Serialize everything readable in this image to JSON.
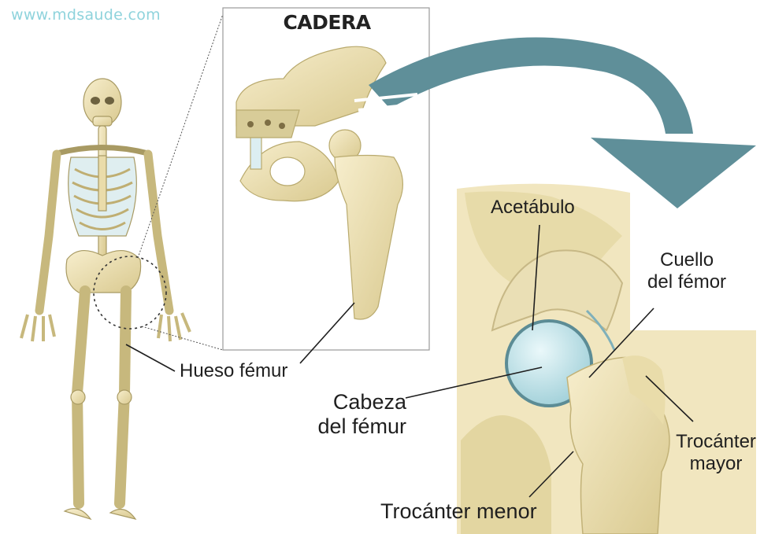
{
  "watermark": "www.mdsaude.com",
  "inset_title": "CADERA",
  "labels": {
    "femur_bone": "Hueso fémur",
    "acetabulum": "Acetábulo",
    "femoral_neck_line1": "Cuello",
    "femoral_neck_line2": "del fémor",
    "femoral_head_line1": "Cabeza",
    "femoral_head_line2": "del fémur",
    "greater_trochanter_line1": "Trocánter",
    "greater_trochanter_line2": "mayor",
    "lesser_trochanter": "Trocánter menor"
  },
  "colors": {
    "bone": "#efe3b8",
    "bone_shadow": "#cbbd85",
    "cartilage": "#cfe9ee",
    "arrow": "#5f8f99",
    "watermark": "#8fd3dc",
    "leader_line": "#1f1f1f"
  }
}
